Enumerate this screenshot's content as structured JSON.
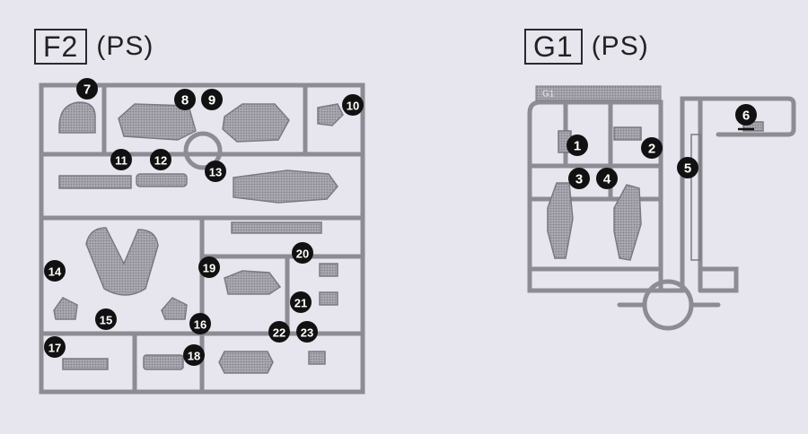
{
  "runners": [
    {
      "id": "F2",
      "code": "F2",
      "material": "(PS)",
      "parts": [
        "7",
        "8",
        "9",
        "10",
        "11",
        "12",
        "13",
        "14",
        "15",
        "16",
        "17",
        "18",
        "19",
        "20",
        "21",
        "22",
        "23"
      ]
    },
    {
      "id": "G1",
      "code": "G1",
      "material": "(PS)",
      "frame_tag": "G1",
      "parts": [
        "1",
        "2",
        "3",
        "4",
        "5",
        "6"
      ]
    }
  ],
  "colors": {
    "background": "#e7e6ee",
    "runner_gray": "#8d8b93",
    "part_fill": "#9c9aa3",
    "marker": "#111111"
  }
}
